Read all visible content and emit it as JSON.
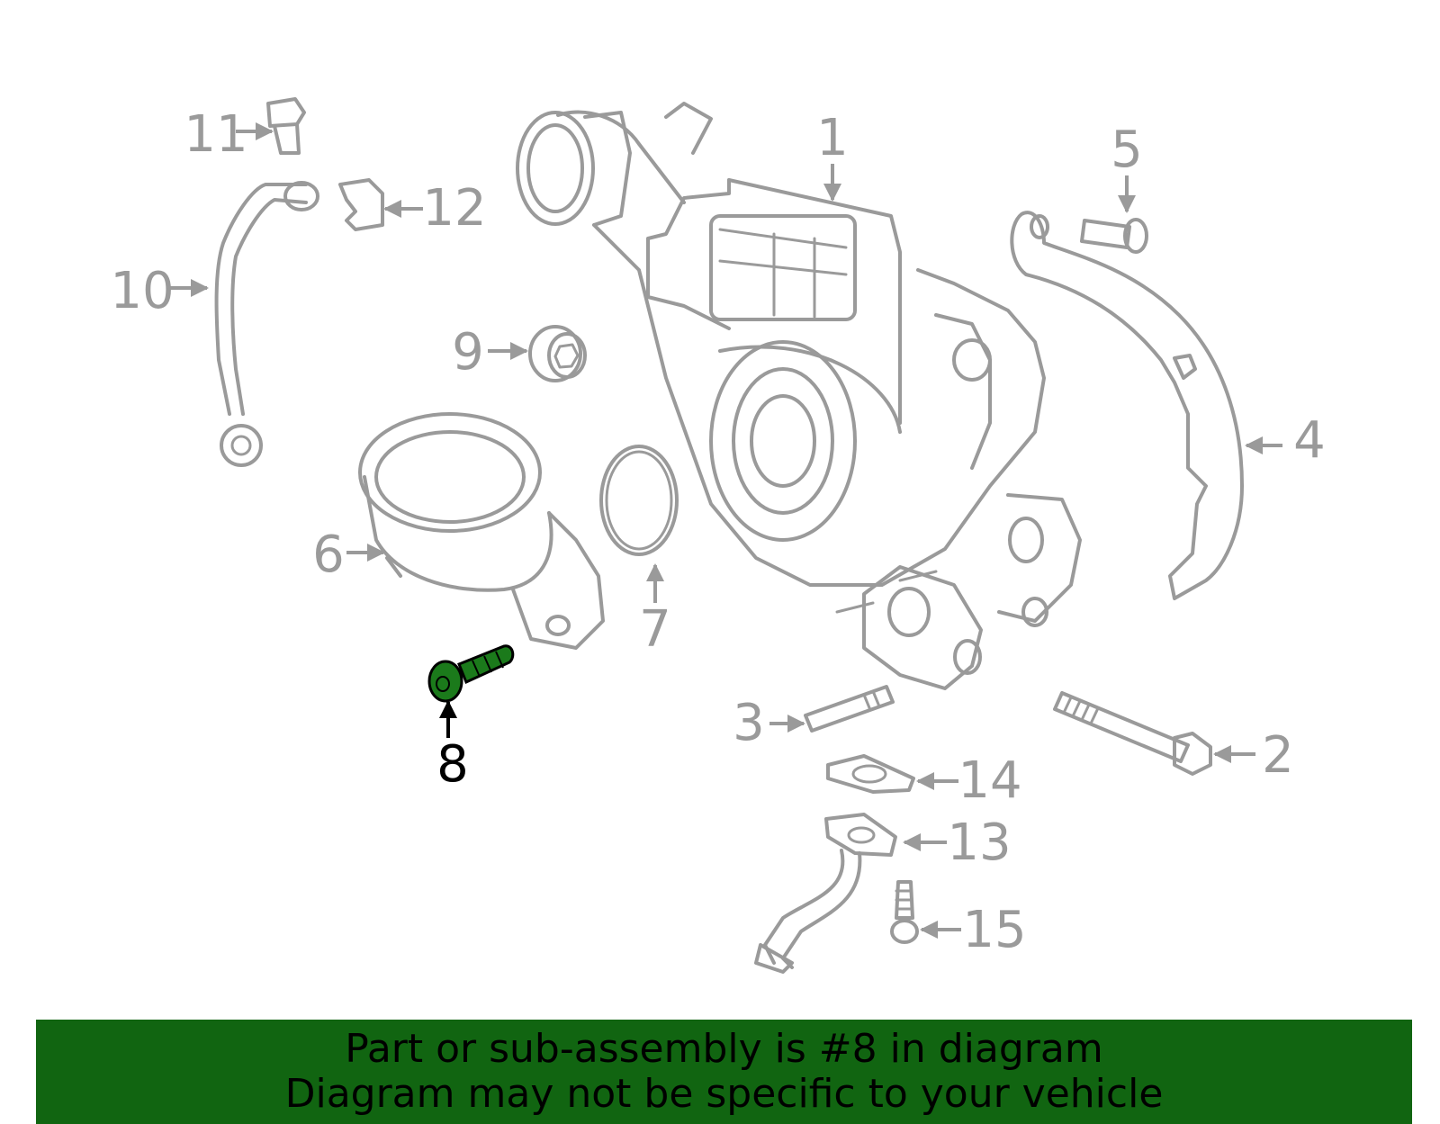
{
  "diagram": {
    "highlight_color": "#1b7a1b",
    "highlighted_part": "8",
    "callouts": [
      {
        "id": "1",
        "label": "1"
      },
      {
        "id": "2",
        "label": "2"
      },
      {
        "id": "3",
        "label": "3"
      },
      {
        "id": "4",
        "label": "4"
      },
      {
        "id": "5",
        "label": "5"
      },
      {
        "id": "6",
        "label": "6"
      },
      {
        "id": "7",
        "label": "7"
      },
      {
        "id": "8",
        "label": "8"
      },
      {
        "id": "9",
        "label": "9"
      },
      {
        "id": "10",
        "label": "10"
      },
      {
        "id": "11",
        "label": "11"
      },
      {
        "id": "12",
        "label": "12"
      },
      {
        "id": "13",
        "label": "13"
      },
      {
        "id": "14",
        "label": "14"
      },
      {
        "id": "15",
        "label": "15"
      }
    ]
  },
  "banner": {
    "color": "#116511",
    "line1": "Part or sub-assembly is #8 in diagram",
    "line2": "Diagram may not be specific to your vehicle"
  }
}
